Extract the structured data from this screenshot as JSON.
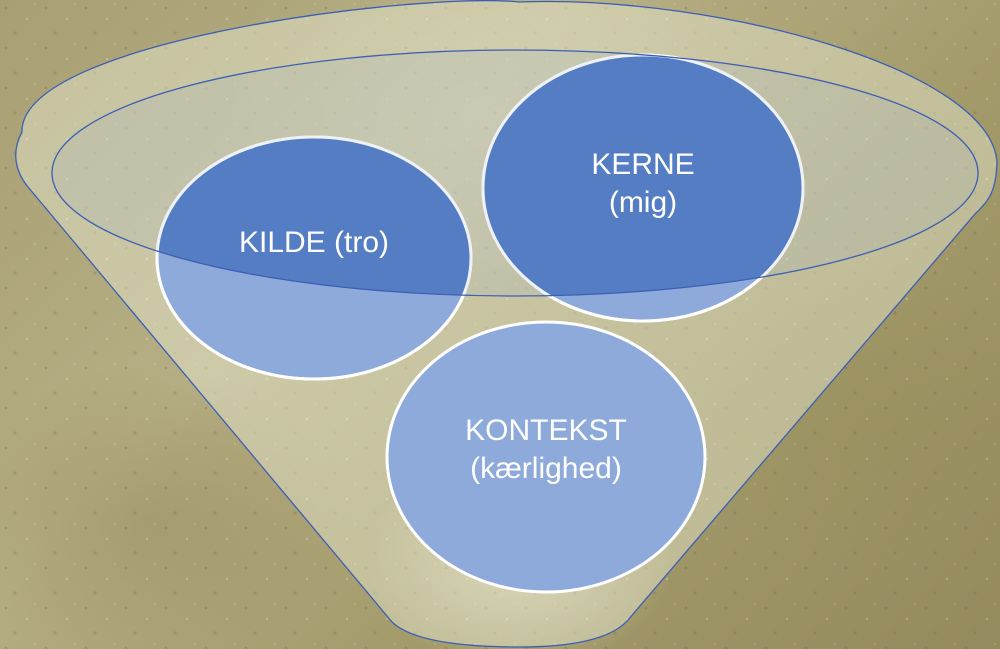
{
  "diagram": {
    "circles": [
      {
        "id": "kilde",
        "text": "KILDE (tro)",
        "fill": "#4472c4"
      },
      {
        "id": "kerne",
        "text": "KERNE\n(mig)",
        "fill": "#4472c4"
      },
      {
        "id": "kontekst",
        "text": "KONTEKST\n(kærlighed)",
        "fill": "#8eaadb"
      }
    ],
    "colors": {
      "funnel_stroke": "#3b5fb5",
      "funnel_fill": "#e9ecd6",
      "label_text": "#ffffff"
    }
  }
}
